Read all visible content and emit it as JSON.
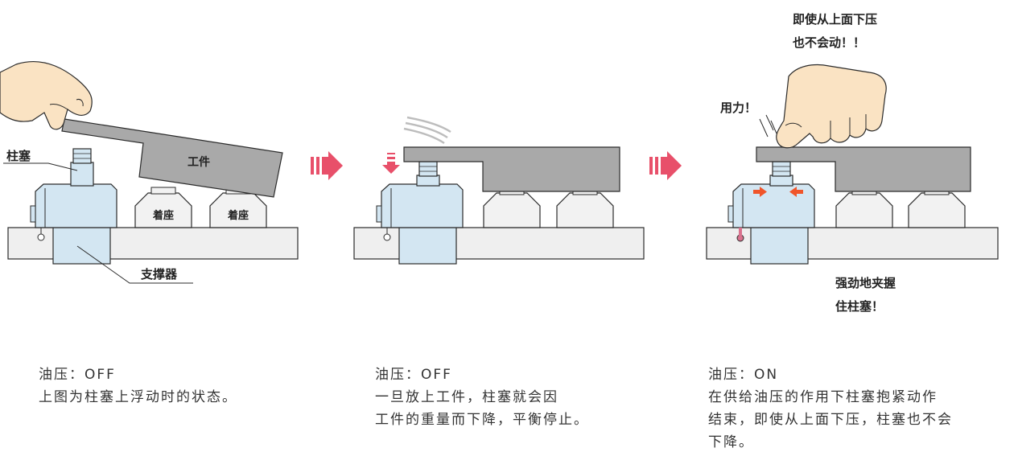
{
  "panel1": {
    "plunger_label": "柱塞",
    "workpiece_label": "工件",
    "seat_label_1": "着座",
    "seat_label_2": "着座",
    "support_label": "支撑器",
    "caption": [
      "油压：OFF",
      "上图为柱塞上浮动时的状态。"
    ]
  },
  "panel2": {
    "caption": [
      "油压：OFF",
      "一旦放上工件，柱塞就会因",
      "工件的重量而下降，平衡停止。"
    ]
  },
  "panel3": {
    "top_note": [
      "即使从上面下压",
      "也不会动！！"
    ],
    "force_label": "用力！",
    "clamp_note": [
      "强劲地夹握",
      "住柱塞！"
    ],
    "caption": [
      "油压：ON",
      "在供给油压的作用下柱塞抱紧动作",
      "结束，即使从上面下压，柱塞也不会",
      "下降。"
    ]
  },
  "colors": {
    "body_fill": "#d3e6f2",
    "base_fill": "#efefef",
    "workpiece_fill": "#a9a9a9",
    "seat_fill": "#f2f2f2",
    "hand_fill": "#fae3c3",
    "arrow_color": "#e8506a",
    "clamp_arrow": "#f0552a",
    "outline": "#2b2b2b"
  },
  "icons": [
    "hand-icon",
    "arrow-right-icon",
    "arrow-down-icon",
    "motion-lines-icon",
    "pointing-finger-icon",
    "clamp-arrow-icon"
  ]
}
